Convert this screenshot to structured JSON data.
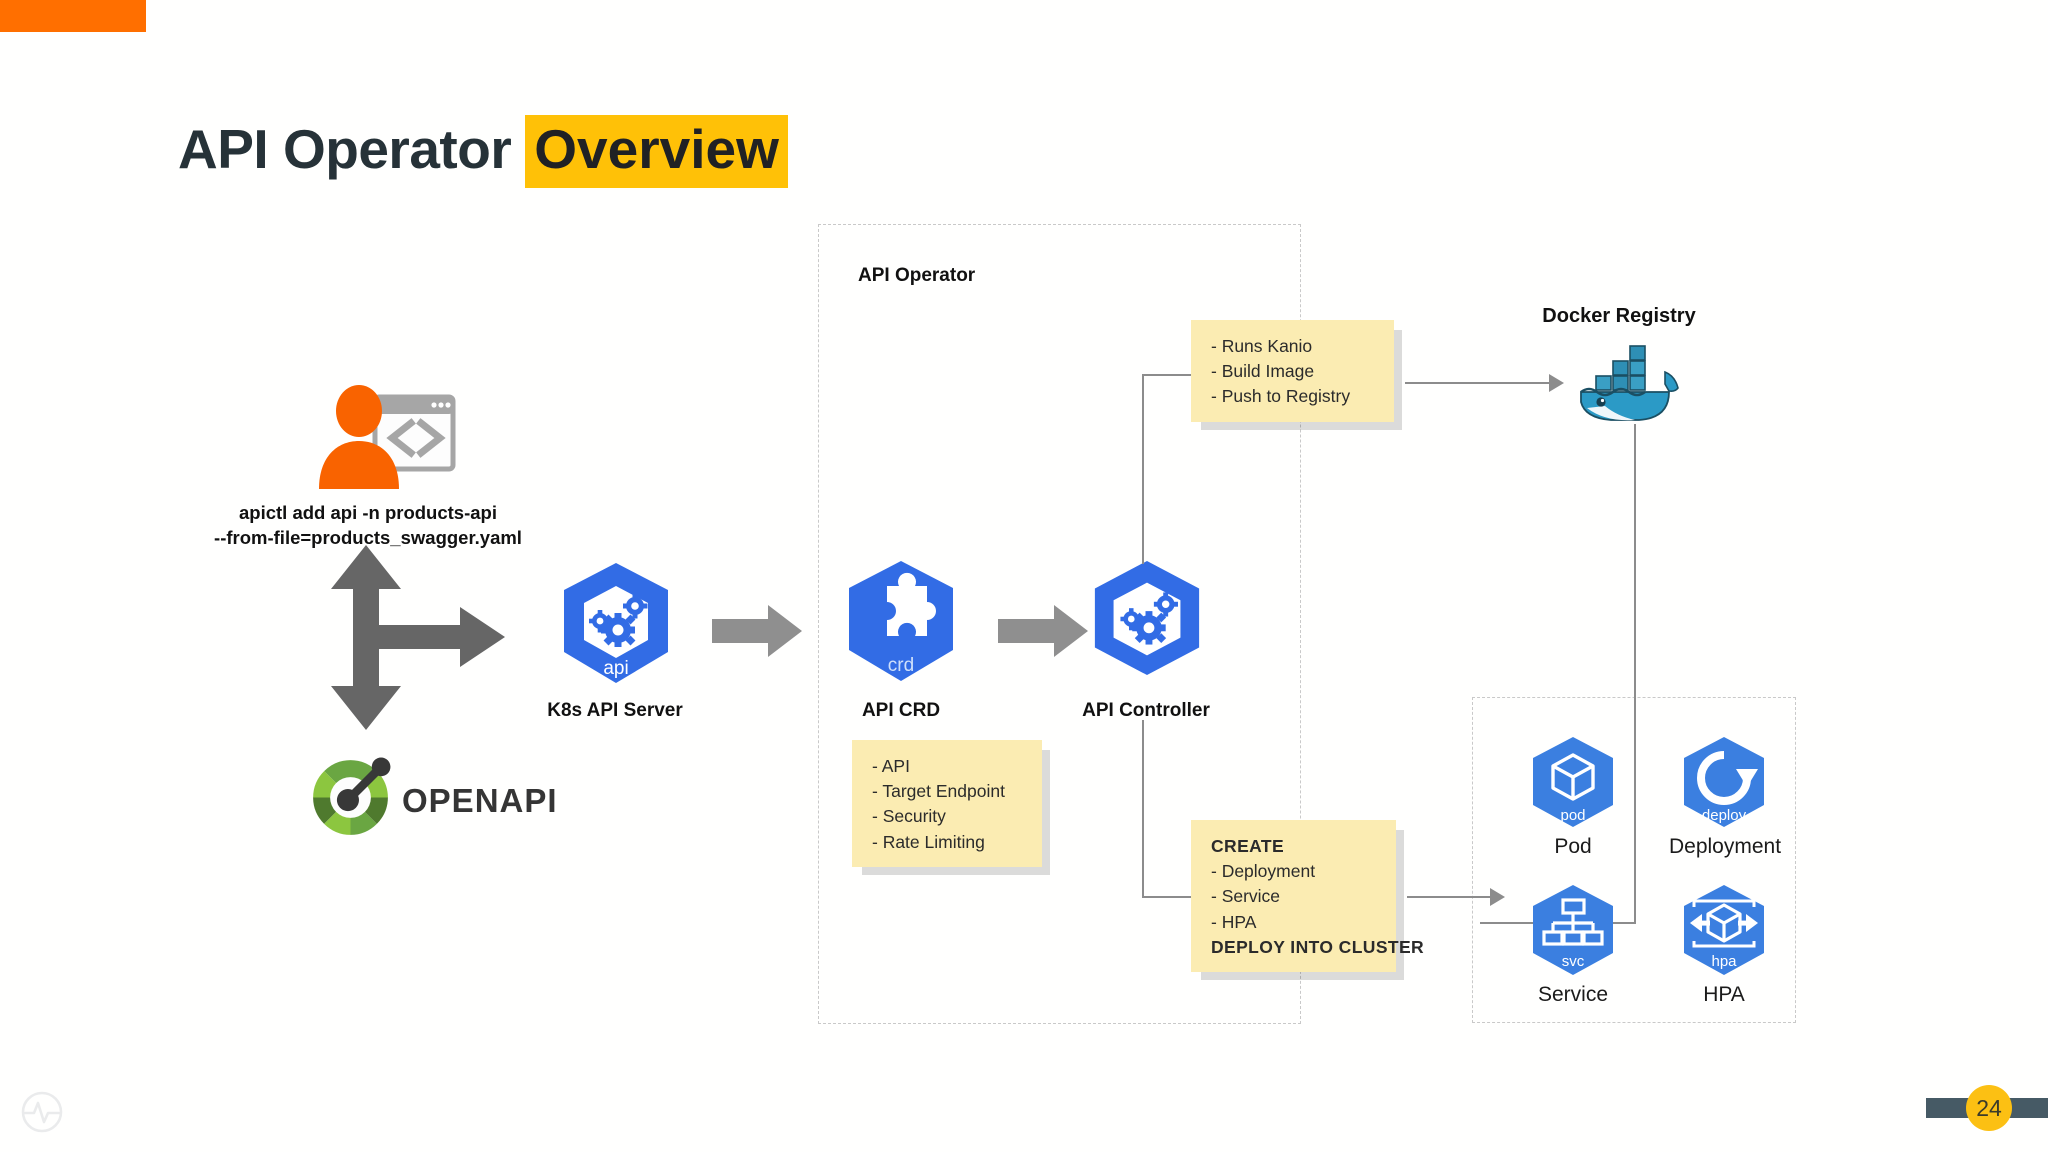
{
  "slide": {
    "number": "24",
    "accent_color": "#ff6f00",
    "highlight_color": "#ffc107",
    "k8s_blue": "#326ce5",
    "note_color": "#fbecb2",
    "connector_color": "#8c8c8c"
  },
  "title": {
    "main": "API Operator",
    "highlight": "Overview"
  },
  "actor": {
    "icon": "developer-browser-icon",
    "command_line1": "apictl add api -n products-api",
    "command_line2": "--from-file=products_swagger.yaml"
  },
  "openapi": {
    "icon": "openapi-logo-icon",
    "wordmark": "OPENAPI"
  },
  "operator_box": {
    "label": "API Operator"
  },
  "cluster_box": {
    "label": ""
  },
  "nodes": [
    {
      "id": "k8s-api-server",
      "icon": "k8s-gears-icon",
      "badge": "api",
      "label": "K8s API Server"
    },
    {
      "id": "api-crd",
      "icon": "k8s-puzzle-icon",
      "badge": "crd",
      "label": "API CRD"
    },
    {
      "id": "api-controller",
      "icon": "k8s-gears-icon",
      "badge": "",
      "label": "API Controller"
    }
  ],
  "registry": {
    "label": "Docker Registry",
    "icon": "docker-whale-icon"
  },
  "crd_note": {
    "items": [
      "- API",
      "- Target Endpoint",
      "- Security",
      "- Rate Limiting"
    ]
  },
  "build_note": {
    "items": [
      "- Runs Kanio",
      "- Build Image",
      "- Push to Registry"
    ]
  },
  "create_note": {
    "header": "CREATE",
    "items": [
      "- Deployment",
      "- Service",
      "- HPA"
    ],
    "footer": "DEPLOY INTO CLUSTER"
  },
  "resources": [
    {
      "id": "pod",
      "icon": "k8s-pod-icon",
      "badge": "pod",
      "label": "Pod"
    },
    {
      "id": "deployment",
      "icon": "k8s-deploy-icon",
      "badge": "deploy",
      "label": "Deployment"
    },
    {
      "id": "service",
      "icon": "k8s-svc-icon",
      "badge": "svc",
      "label": "Service"
    },
    {
      "id": "hpa",
      "icon": "k8s-hpa-icon",
      "badge": "hpa",
      "label": "HPA"
    }
  ],
  "footer": {
    "logo": "pulse-circle-logo-icon",
    "page": "24"
  }
}
